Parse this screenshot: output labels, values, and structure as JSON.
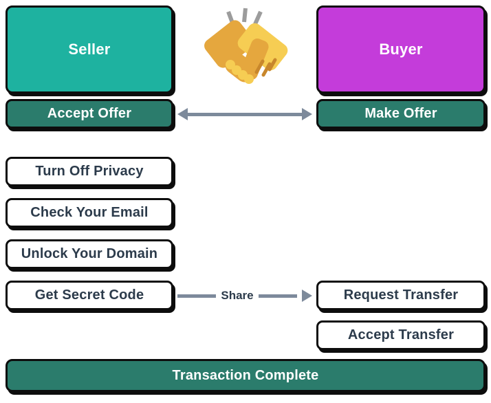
{
  "diagram": {
    "seller": {
      "title": "Seller",
      "offer_action": "Accept Offer",
      "steps": [
        "Turn Off Privacy",
        "Check Your Email",
        "Unlock Your Domain",
        "Get Secret Code"
      ]
    },
    "buyer": {
      "title": "Buyer",
      "offer_action": "Make Offer",
      "steps": [
        "Request Transfer",
        "Accept Transfer"
      ]
    },
    "share_arrow_label": "Share",
    "footer_label": "Transaction Complete",
    "icons": {
      "handshake": "handshake-with-motion-lines",
      "offer_arrow": "double-headed-horizontal-arrow",
      "share_arrow": "right-pointing-arrow"
    },
    "colors": {
      "seller_fill": "#1eb2a0",
      "buyer_fill": "#c43cda",
      "action_fill": "#2b7c6c",
      "step_fill": "#ffffff",
      "outline": "#0d0d0d",
      "text_light": "#ffffff",
      "text_dark": "#2c3b4b",
      "arrow": "#7d8a9b",
      "hand_dark": "#e5a73e",
      "hand_light": "#f6cd53",
      "hand_stripe": "#c8872c",
      "spark_gray": "#9c9c9c"
    }
  }
}
